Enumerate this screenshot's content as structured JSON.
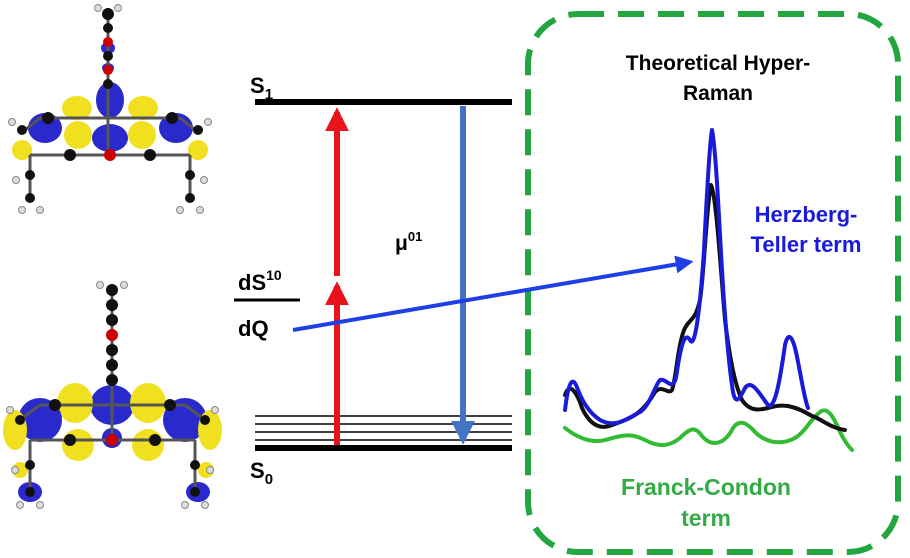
{
  "levels": {
    "s1": "S",
    "s1_sub": "1",
    "s0": "S",
    "s0_sub": "0"
  },
  "coupling": {
    "numerator": "dS",
    "numerator_sup": "10",
    "denominator": "dQ"
  },
  "transition_dipole": {
    "symbol": "μ",
    "sup": "01"
  },
  "panel": {
    "title_line1": "Theoretical Hyper-",
    "title_line2": "Raman",
    "ht_label_line1": "Herzberg-",
    "ht_label_line2": "Teller term",
    "fc_label_line1": "Franck-Condon",
    "fc_label_line2": "term"
  },
  "colors": {
    "excitation": "#e8141b",
    "emission": "#4472c4",
    "coupling_arrow": "#1f3fe6",
    "herzberg_teller": "#1a1adb",
    "experimental": "#111111",
    "franck_condon": "#33bb33",
    "panel_border": "#22a640",
    "orbital_positive": "#2a2acc",
    "orbital_negative": "#f0e020"
  },
  "molecules": [
    "molecule-top-orbital",
    "molecule-bottom-orbital"
  ]
}
